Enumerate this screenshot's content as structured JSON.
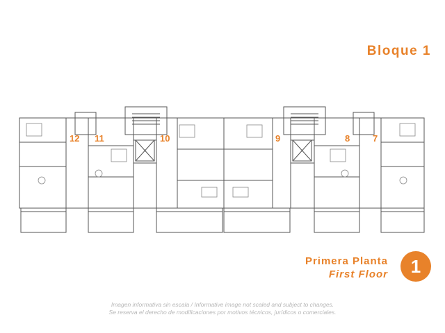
{
  "header": {
    "block_title": "Bloque 1"
  },
  "units": [
    "12",
    "11",
    "10",
    "9",
    "8",
    "7"
  ],
  "floor": {
    "name_es": "Primera Planta",
    "name_en": "First Floor",
    "badge": "1"
  },
  "disclaimer": {
    "line1": "Imagen informativa sin escala / Informative image not scaled and subject to changes.",
    "line2": "Se reserva el derecho de modificaciones por motivos técnicos, jurídicos o comerciales."
  },
  "colors": {
    "accent": "#e8822a",
    "line": "#555555",
    "disclaimer": "#b7b7b7"
  }
}
